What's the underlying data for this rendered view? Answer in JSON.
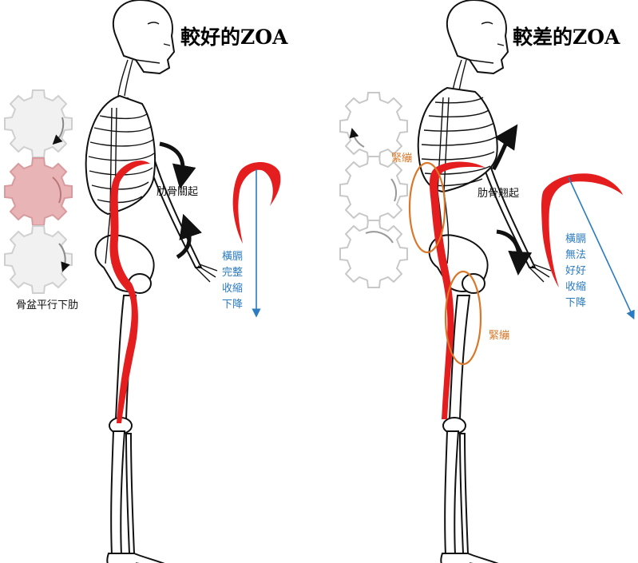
{
  "colors": {
    "muscle": "#e41e1e",
    "gear": "#d8d8d8",
    "gear_active": "#e8b4b6",
    "blue": "#2a7bbf",
    "orange": "#d9782a",
    "bone_line": "#111111"
  },
  "icons": [
    "gear-icon",
    "curved-arrow-icon",
    "down-arrow-icon"
  ],
  "left": {
    "title": "較好的ZOA",
    "rib_label": "肋骨關起",
    "pelvis_label": "骨盆平行下肋",
    "diaphragm_label": [
      "橫膈",
      "完整",
      "收縮",
      "下降"
    ]
  },
  "right": {
    "title": "較差的ZOA",
    "rib_label": "肋骨翹起",
    "tight_label_upper": "緊繃",
    "tight_label_lower": "緊繃",
    "diaphragm_label": [
      "橫膈",
      "無法",
      "好好",
      "收縮",
      "下降"
    ]
  }
}
